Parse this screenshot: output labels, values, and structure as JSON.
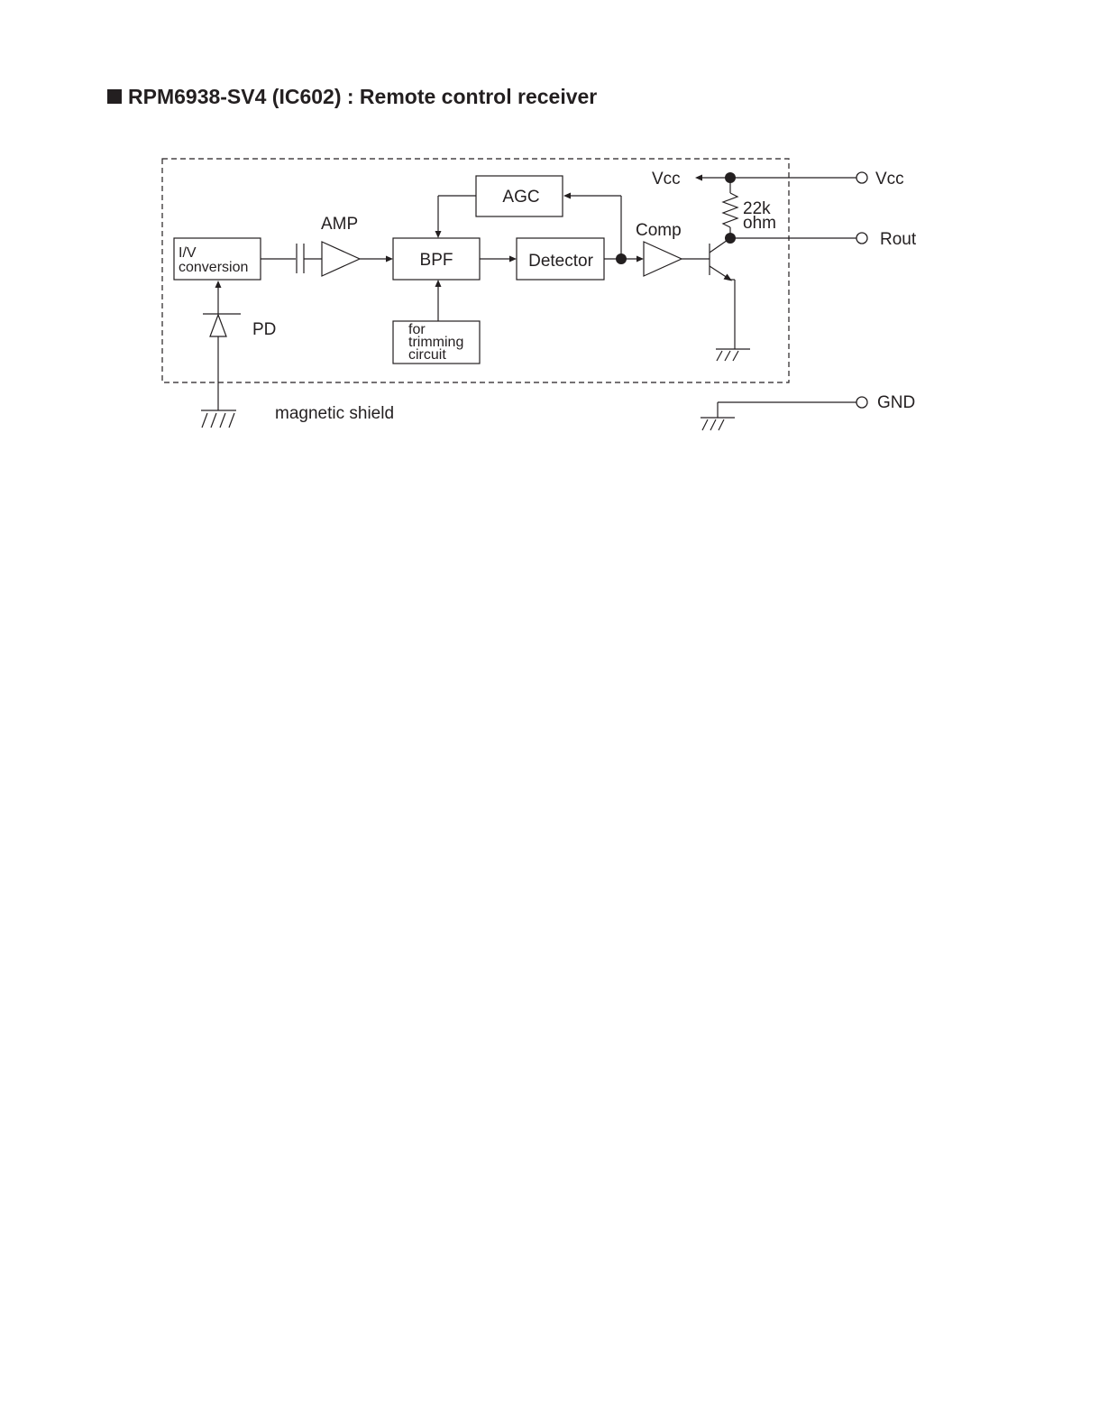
{
  "heading": {
    "title": "RPM6938-SV4 (IC602) : Remote control receiver"
  },
  "diagram": {
    "blocks": {
      "iv_line1": "I/V",
      "iv_line2": "conversion",
      "amp": "AMP",
      "bpf": "BPF",
      "detector": "Detector",
      "agc": "AGC",
      "comp": "Comp",
      "trim_line1": "for",
      "trim_line2": "trimming",
      "trim_line3": "circuit"
    },
    "labels": {
      "pd": "PD",
      "vcc_internal": "Vcc",
      "resistor_line1": "22k",
      "resistor_line2": "ohm",
      "shield": "magnetic shield"
    },
    "terminals": {
      "vcc": "Vcc",
      "rout": "Rout",
      "gnd": "GND"
    }
  }
}
